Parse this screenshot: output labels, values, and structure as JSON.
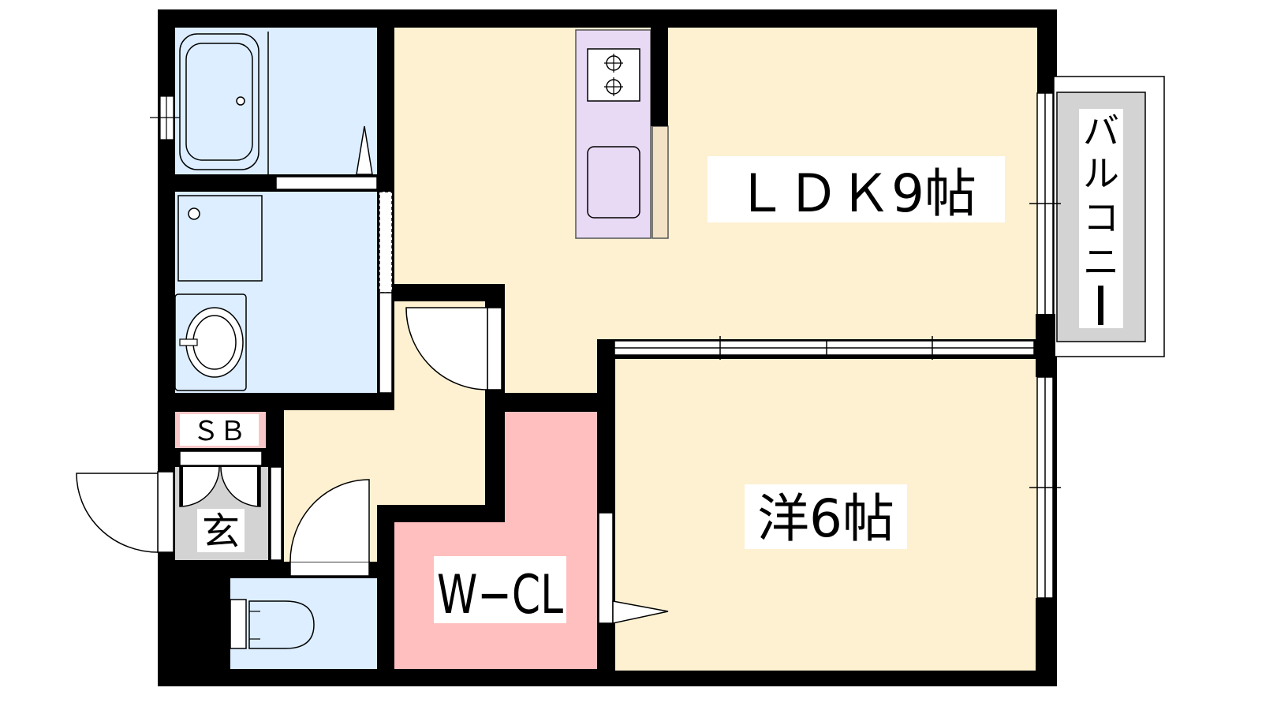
{
  "rooms": {
    "ldk": "ＬＤＫ9帖",
    "western": "洋6帖",
    "walk_in_closet": "W−CL",
    "shoe_box": "ＳＢ",
    "entrance": "玄"
  },
  "balcony": {
    "label_chars": [
      "バ",
      "ル",
      "コ",
      "ニ",
      "ー"
    ]
  },
  "colors": {
    "wall": "#000000",
    "living_floor": "#fdf1d2",
    "wet_area": "#dceeff",
    "kitchen": "#e8d9f5",
    "closet": "#ffbfbf",
    "shoe_box": "#f9c7c7",
    "entrance_floor": "#d3d3d3",
    "balcony_floor": "#d3d3d3"
  }
}
